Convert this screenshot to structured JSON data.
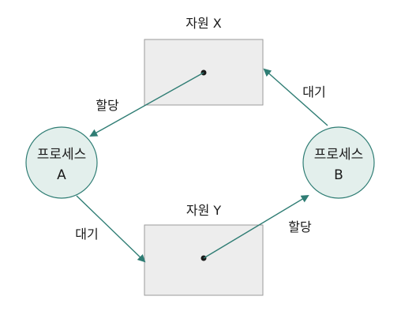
{
  "resources": {
    "x": {
      "label": "자원 X"
    },
    "y": {
      "label": "자원 Y"
    }
  },
  "processes": {
    "a": {
      "line1": "프로세스",
      "line2": "A"
    },
    "b": {
      "line1": "프로세스",
      "line2": "B"
    }
  },
  "edges": {
    "x_to_a": {
      "label": "할당"
    },
    "a_to_y": {
      "label": "대기"
    },
    "y_to_b": {
      "label": "할당"
    },
    "b_to_x": {
      "label": "대기"
    }
  },
  "colors": {
    "arrow": "#2f7d74",
    "process_fill": "#e3efec",
    "process_stroke": "#2f7d74",
    "resource_fill": "#ededed",
    "resource_stroke": "#9a9a9a",
    "dot": "#1a1a1a"
  }
}
